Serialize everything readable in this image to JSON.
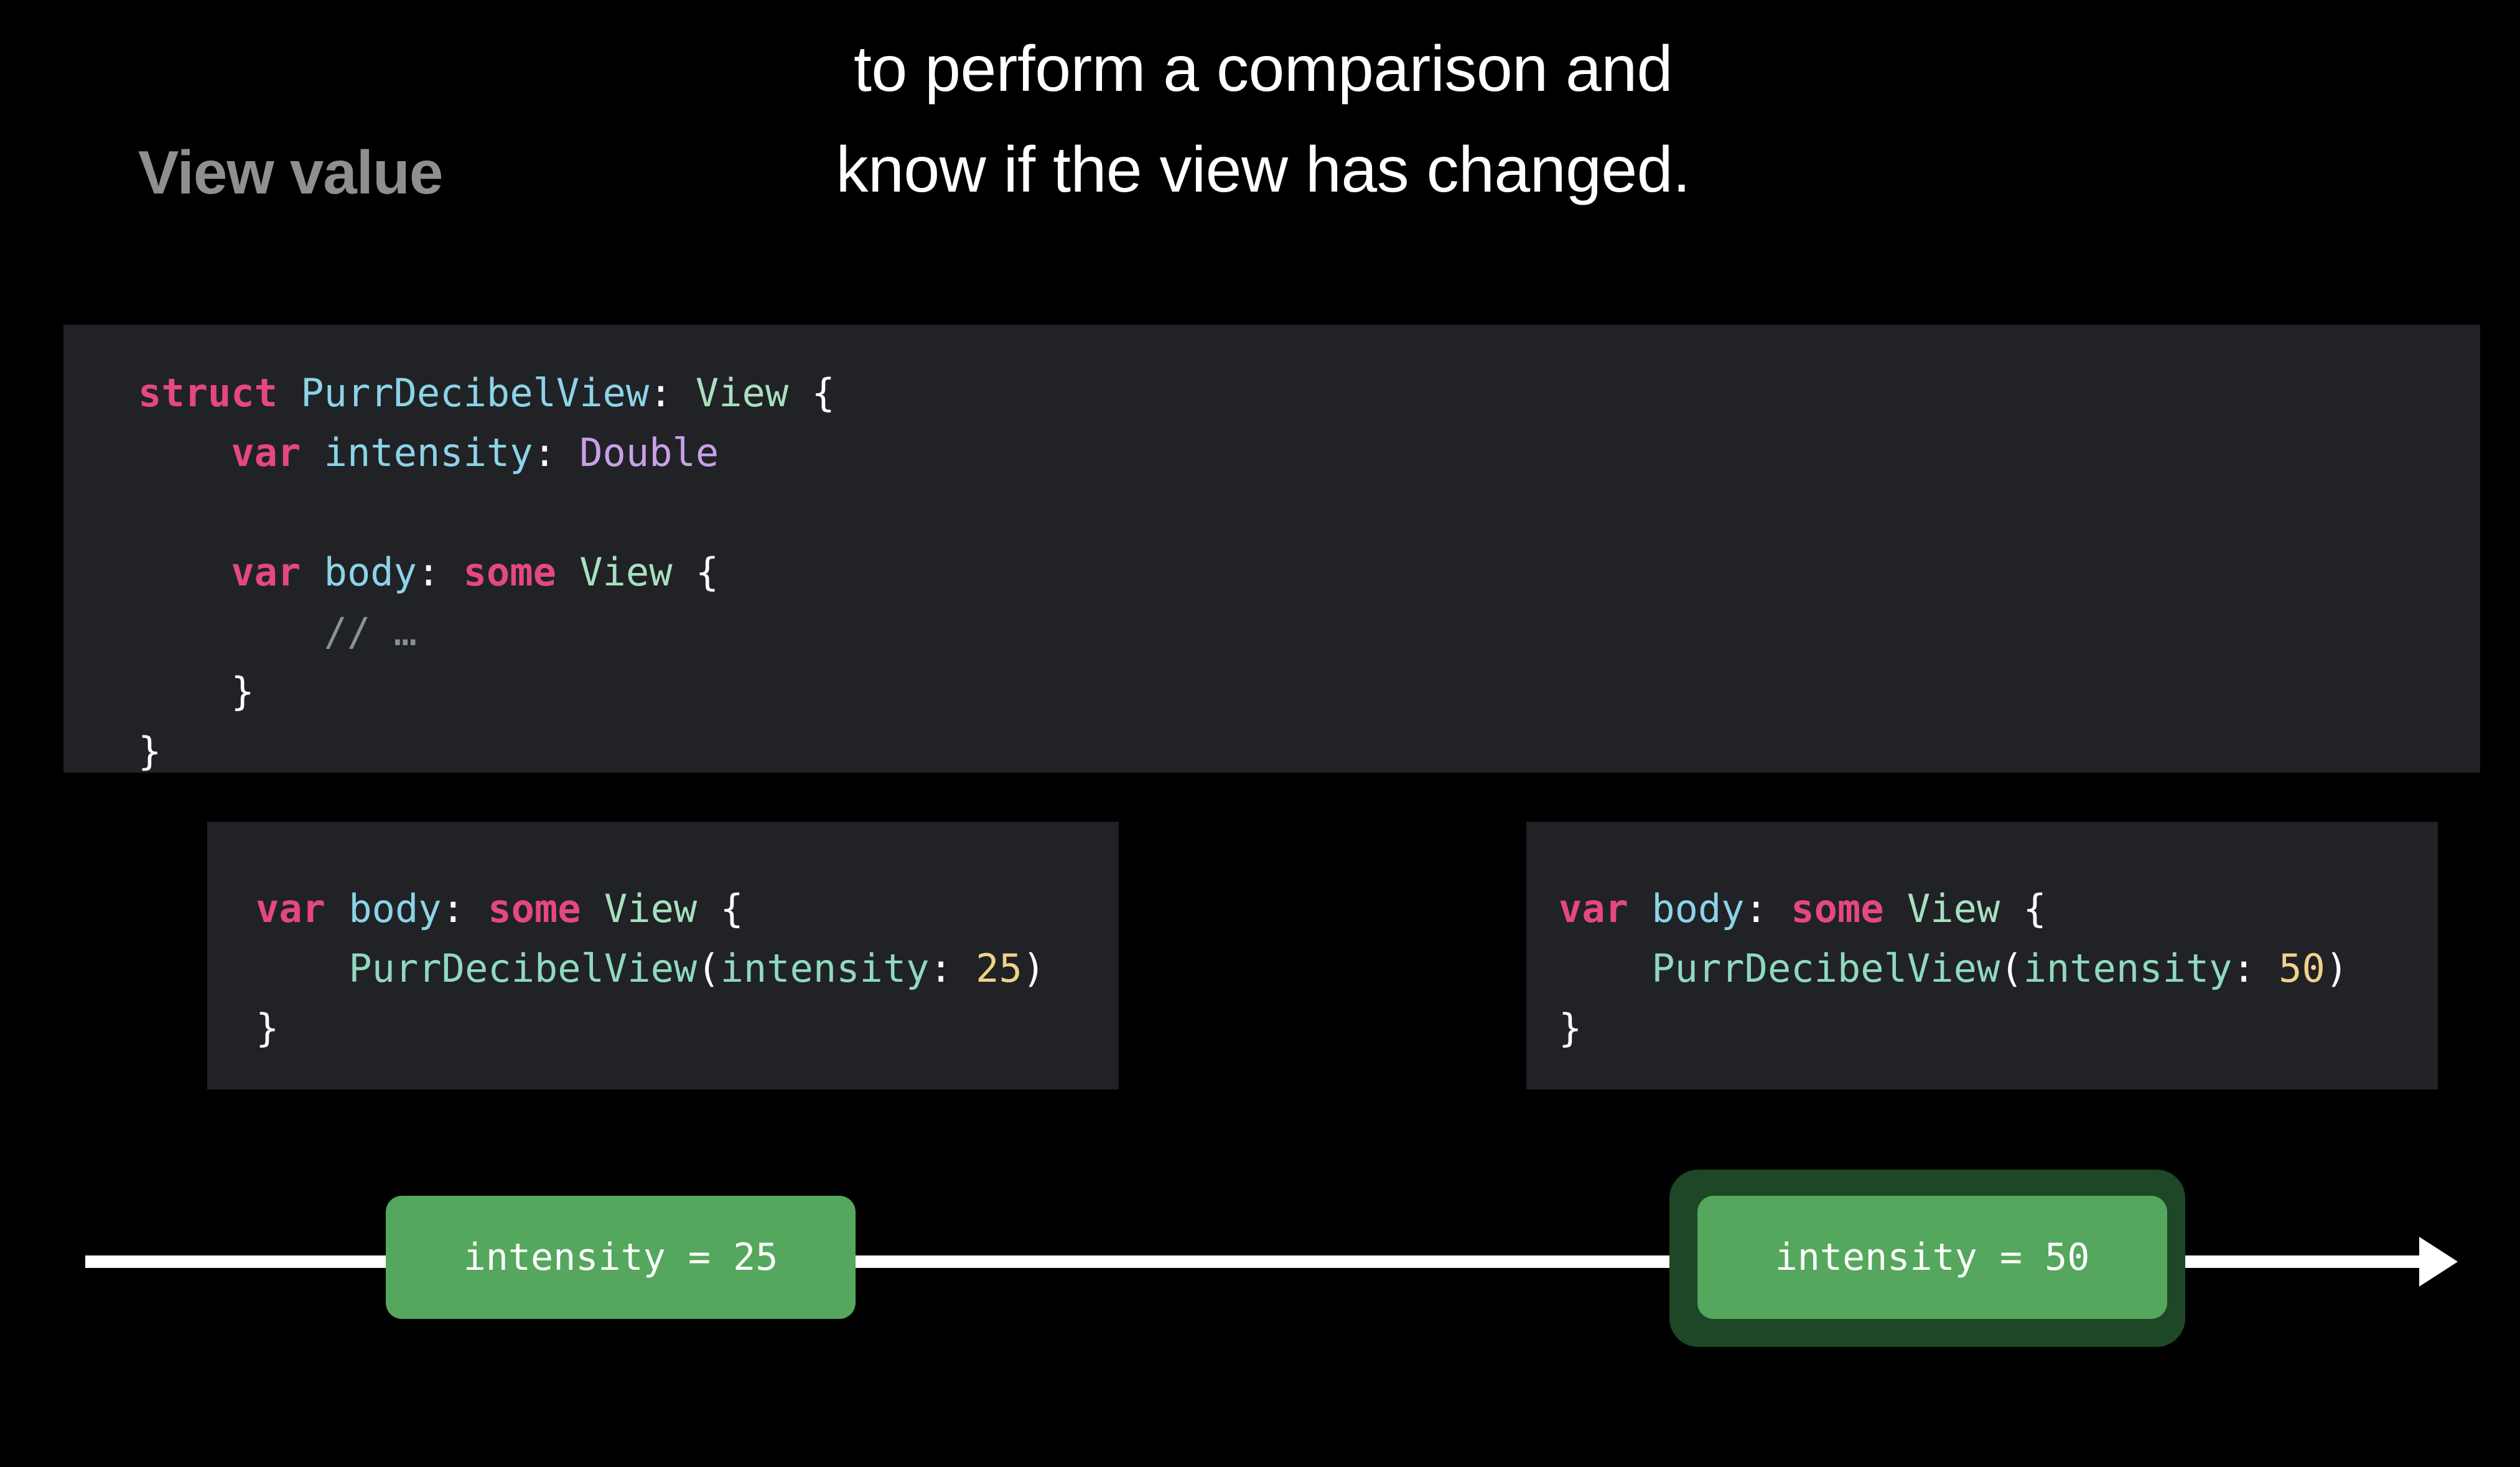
{
  "slide": {
    "title": "View value",
    "caption_lines": [
      "to perform a comparison and",
      "know if the view has changed."
    ],
    "background_color": "#000000",
    "title_color": "#8f8f8f",
    "caption_color": "#ffffff"
  },
  "code_main": {
    "lines": [
      {
        "tokens": [
          {
            "text": "struct",
            "style": "keyword"
          },
          {
            "text": " ",
            "style": "plain"
          },
          {
            "text": "PurrDecibelView",
            "style": "type"
          },
          {
            "text": ": ",
            "style": "plain"
          },
          {
            "text": "View",
            "style": "protocol"
          },
          {
            "text": " {",
            "style": "plain"
          }
        ]
      },
      {
        "tokens": [
          {
            "text": "    ",
            "style": "plain"
          },
          {
            "text": "var",
            "style": "keyword"
          },
          {
            "text": " ",
            "style": "plain"
          },
          {
            "text": "intensity",
            "style": "type"
          },
          {
            "text": ": ",
            "style": "plain"
          },
          {
            "text": "Double",
            "style": "value-type"
          }
        ]
      },
      {
        "tokens": [
          {
            "text": " ",
            "style": "plain"
          }
        ]
      },
      {
        "tokens": [
          {
            "text": "    ",
            "style": "plain"
          },
          {
            "text": "var",
            "style": "keyword"
          },
          {
            "text": " ",
            "style": "plain"
          },
          {
            "text": "body",
            "style": "type"
          },
          {
            "text": ": ",
            "style": "plain"
          },
          {
            "text": "some",
            "style": "keyword"
          },
          {
            "text": " ",
            "style": "plain"
          },
          {
            "text": "View",
            "style": "protocol"
          },
          {
            "text": " {",
            "style": "plain"
          }
        ]
      },
      {
        "tokens": [
          {
            "text": "        ",
            "style": "plain"
          },
          {
            "text": "// …",
            "style": "comment"
          }
        ]
      },
      {
        "tokens": [
          {
            "text": "    }",
            "style": "plain"
          }
        ]
      },
      {
        "tokens": [
          {
            "text": "}",
            "style": "plain"
          }
        ]
      }
    ],
    "background_color": "#212225"
  },
  "code_left": {
    "intensity_value": "25",
    "lines": [
      {
        "tokens": [
          {
            "text": "var",
            "style": "keyword"
          },
          {
            "text": " ",
            "style": "plain"
          },
          {
            "text": "body",
            "style": "type"
          },
          {
            "text": ": ",
            "style": "plain"
          },
          {
            "text": "some",
            "style": "keyword"
          },
          {
            "text": " ",
            "style": "plain"
          },
          {
            "text": "View",
            "style": "protocol"
          },
          {
            "text": " {",
            "style": "plain"
          }
        ]
      },
      {
        "tokens": [
          {
            "text": "    ",
            "style": "plain"
          },
          {
            "text": "PurrDecibelView",
            "style": "call"
          },
          {
            "text": "(",
            "style": "plain"
          },
          {
            "text": "intensity",
            "style": "call"
          },
          {
            "text": ": ",
            "style": "plain"
          },
          {
            "text": "25",
            "style": "number"
          },
          {
            "text": ")",
            "style": "plain"
          }
        ]
      },
      {
        "tokens": [
          {
            "text": "}",
            "style": "plain"
          }
        ]
      }
    ],
    "background_color": "#212225"
  },
  "code_right": {
    "intensity_value": "50",
    "lines": [
      {
        "tokens": [
          {
            "text": "var",
            "style": "keyword"
          },
          {
            "text": " ",
            "style": "plain"
          },
          {
            "text": "body",
            "style": "type"
          },
          {
            "text": ": ",
            "style": "plain"
          },
          {
            "text": "some",
            "style": "keyword"
          },
          {
            "text": " ",
            "style": "plain"
          },
          {
            "text": "View",
            "style": "protocol"
          },
          {
            "text": " {",
            "style": "plain"
          }
        ]
      },
      {
        "tokens": [
          {
            "text": "    ",
            "style": "plain"
          },
          {
            "text": "PurrDecibelView",
            "style": "call"
          },
          {
            "text": "(",
            "style": "plain"
          },
          {
            "text": "intensity",
            "style": "call"
          },
          {
            "text": ": ",
            "style": "plain"
          },
          {
            "text": "50",
            "style": "number"
          },
          {
            "text": ")",
            "style": "plain"
          }
        ]
      },
      {
        "tokens": [
          {
            "text": "}",
            "style": "plain"
          }
        ]
      }
    ],
    "background_color": "#212225"
  },
  "timeline": {
    "line_color": "#ffffff",
    "pill_color": "#54a75c",
    "highlight_color": "#1d4726",
    "events": [
      {
        "label": "intensity = 25",
        "highlighted": false
      },
      {
        "label": "intensity = 50",
        "highlighted": true
      }
    ]
  },
  "syntax_colors": {
    "keyword": "#e5487e",
    "type": "#8cd3e8",
    "protocol": "#a8e0c0",
    "value-type": "#c9a0e8",
    "number": "#f0d28a",
    "comment": "#8a8f98",
    "call": "#8fd9c0",
    "plain": "#ffffff"
  }
}
